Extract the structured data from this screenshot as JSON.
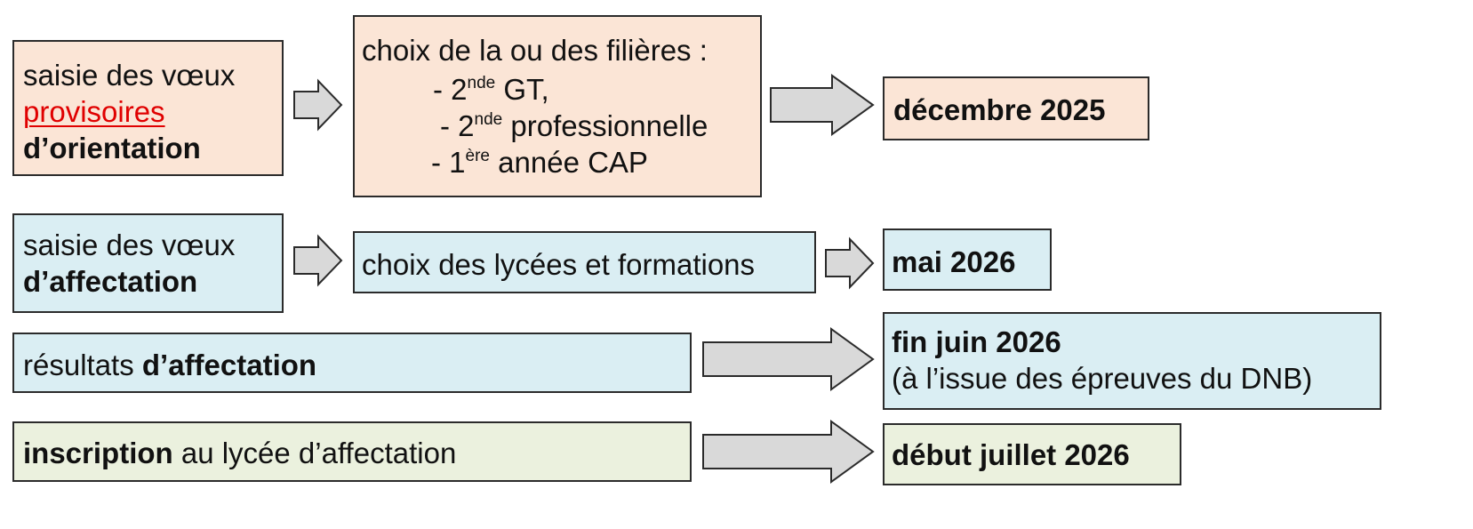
{
  "colors": {
    "orientation_fill": "#fbe5d6",
    "affectation_fill": "#daeef3",
    "inscription_fill": "#ebf1de",
    "arrow_fill": "#d9d9d9",
    "highlight": "#e00000"
  },
  "row1": {
    "step": {
      "line1": "saisie des vœux",
      "highlight": "provisoires",
      "line3": "d’orientation"
    },
    "details": {
      "heading": "choix de la ou des filières :",
      "item1": {
        "prefix": "- 2",
        "sup": "nde",
        "rest": " GT,"
      },
      "item2": {
        "prefix": "- 2",
        "sup": "nde",
        "rest": " professionnelle"
      },
      "item3": {
        "prefix": "- 1",
        "sup": "ère",
        "rest": " année CAP"
      }
    },
    "date": "décembre 2025"
  },
  "row2": {
    "step": {
      "line1": "saisie des vœux",
      "line2": "d’affectation"
    },
    "details": "choix des lycées et formations",
    "date": "mai 2026"
  },
  "row3": {
    "step": {
      "prefix": "résultats ",
      "bold": "d’affectation"
    },
    "date": "fin juin 2026",
    "date_note": "(à l’issue des épreuves du DNB)"
  },
  "row4": {
    "step": {
      "bold": "inscription",
      "rest": " au lycée d’affectation"
    },
    "date": "début juillet 2026"
  }
}
